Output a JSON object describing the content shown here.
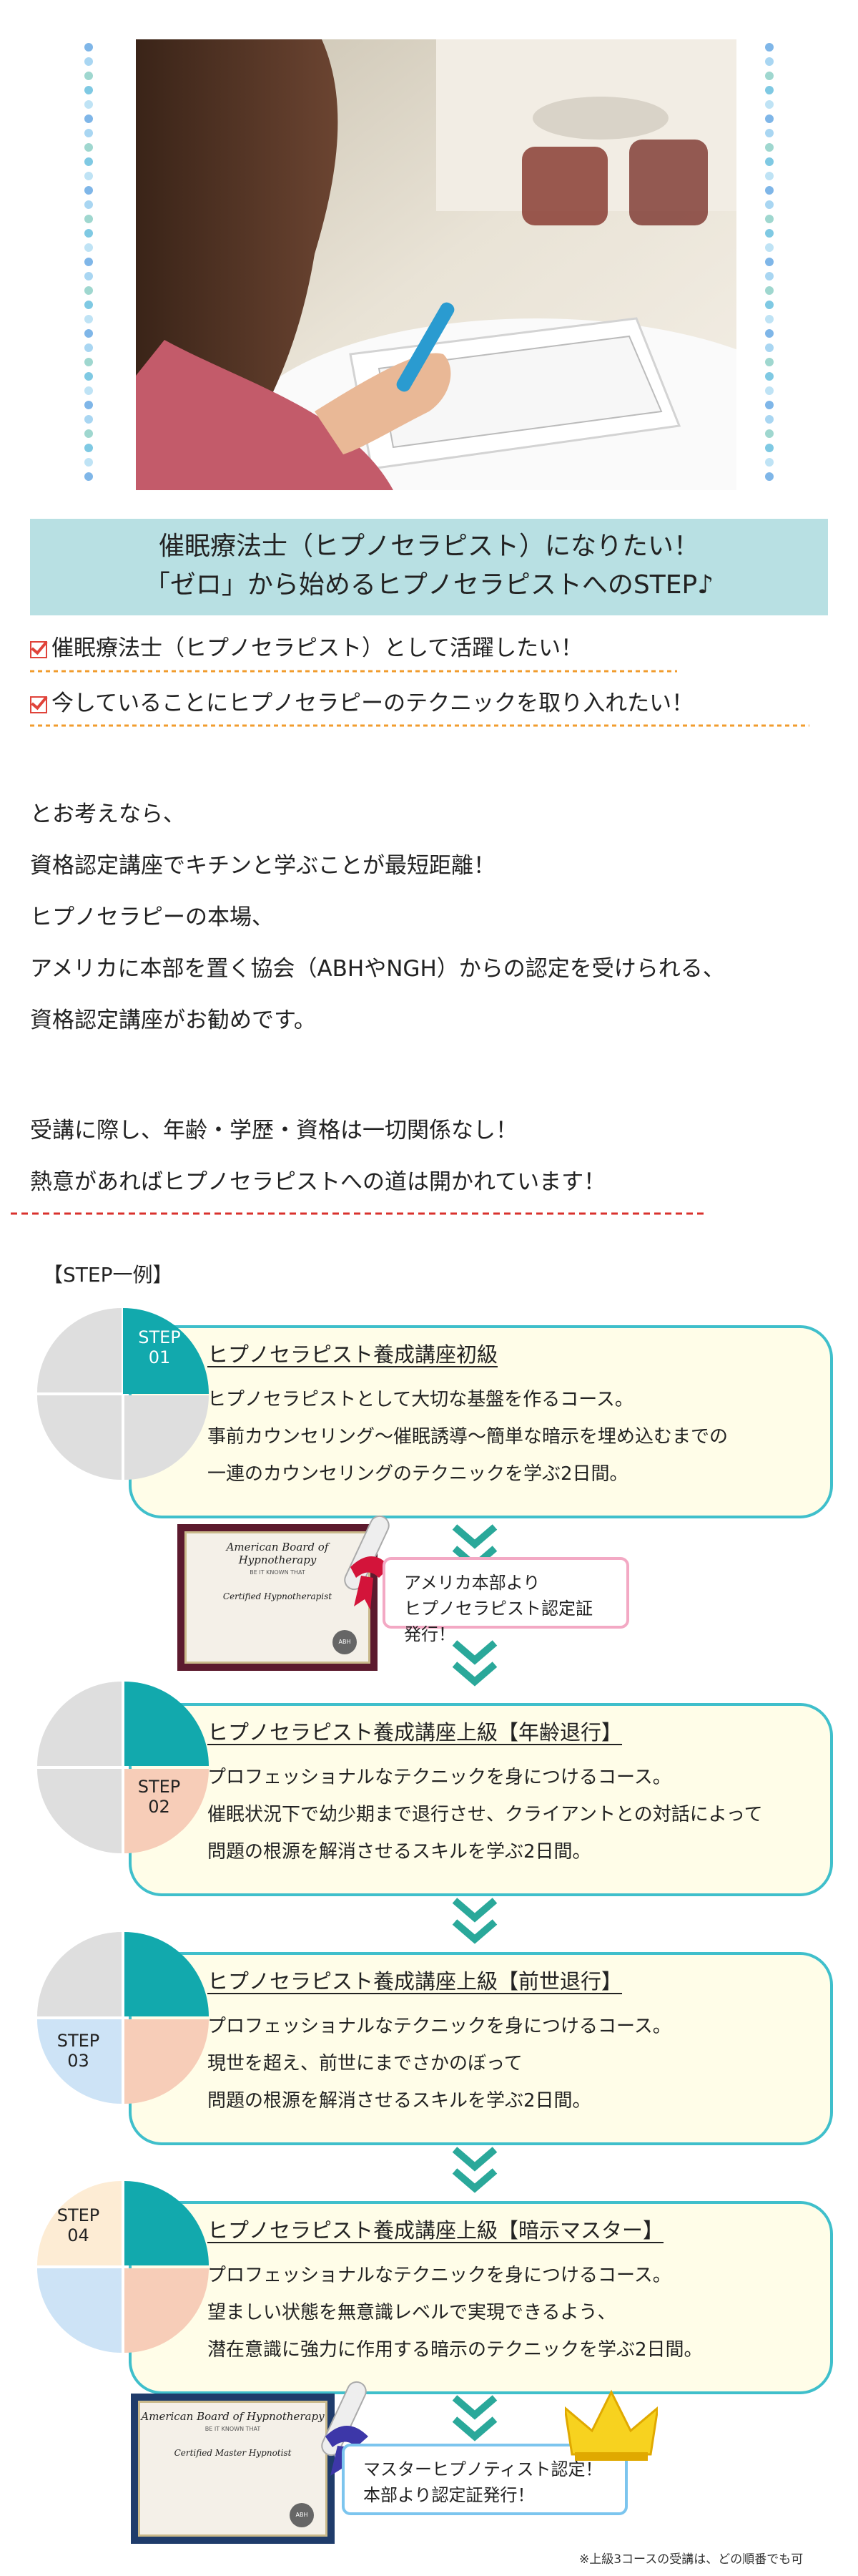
{
  "banner": {
    "line1": "催眠療法士（ヒプノセラピスト）になりたい！",
    "line2": "「ゼロ」から始めるヒプノセラピストへのSTEP♪"
  },
  "checks": [
    "催眠療法士（ヒプノセラピスト）として活躍したい！",
    "今していることにヒプノセラピーのテクニックを取り入れたい！"
  ],
  "intro": [
    "とお考えなら、",
    "資格認定講座でキチンと学ぶことが最短距離！",
    "ヒプノセラピーの本場、",
    "アメリカに本部を置く協会（ABHやNGH）からの認定を受けられる、",
    "資格認定講座がお勧めです。"
  ],
  "note": [
    "受講に際し、年齢・学歴・資格は一切関係なし！",
    "熱意があればヒプノセラピストへの道は開かれています！"
  ],
  "section_title": "【STEP一例】",
  "steps": [
    {
      "label": "STEP\n01",
      "title": "ヒプノセラピスト養成講座初級",
      "desc": [
        "ヒプノセラピストとして大切な基盤を作るコース。",
        "事前カウンセリング～催眠誘導～簡単な暗示を埋め込むまでの",
        "一連のカウンセリングのテクニックを学ぶ2日間。"
      ]
    },
    {
      "label": "STEP\n02",
      "title": "ヒプノセラピスト養成講座上級【年齢退行】",
      "desc": [
        "プロフェッショナルなテクニックを身につけるコース。",
        "催眠状況下で幼少期まで退行させ、クライアントとの対話によって",
        "問題の根源を解消させるスキルを学ぶ2日間。"
      ]
    },
    {
      "label": "STEP\n03",
      "title": "ヒプノセラピスト養成講座上級【前世退行】",
      "desc": [
        "プロフェッショナルなテクニックを身につけるコース。",
        "現世を超え、前世にまでさかのぼって",
        "問題の根源を解消させるスキルを学ぶ2日間。"
      ]
    },
    {
      "label": "STEP\n04",
      "title": "ヒプノセラピスト養成講座上級【暗示マスター】",
      "desc": [
        "プロフェッショナルなテクニックを身につけるコース。",
        "望ましい状態を無意識レベルで実現できるよう、",
        "潜在意識に強力に作用する暗示のテクニックを学ぶ2日間。"
      ]
    }
  ],
  "cert1": {
    "caption1": "アメリカ本部より",
    "caption2": "ヒプノセラピスト認定証発行！",
    "org": "American Board of Hypnotherapy",
    "subtitle": "BE IT KNOWN THAT",
    "type": "Certified Hypnotherapist",
    "seal": "ABH"
  },
  "cert2": {
    "caption1": "マスターヒプノティスト認定！",
    "caption2": "本部より認定証発行！",
    "org": "American Board of Hypnotherapy",
    "subtitle": "BE IT KNOWN THAT",
    "type": "Certified Master Hypnotist",
    "seal": "ABH"
  },
  "footnote": "※上級3コースの受講は、どの順番でも可",
  "colors": {
    "teal": "#12a9ad",
    "peach": "#f7cdb8",
    "light_blue": "#cde3f6",
    "cream": "#fdecd4",
    "grey": "#dedede",
    "box_border": "#3fbfcb",
    "box_fill": "#fffde8"
  }
}
